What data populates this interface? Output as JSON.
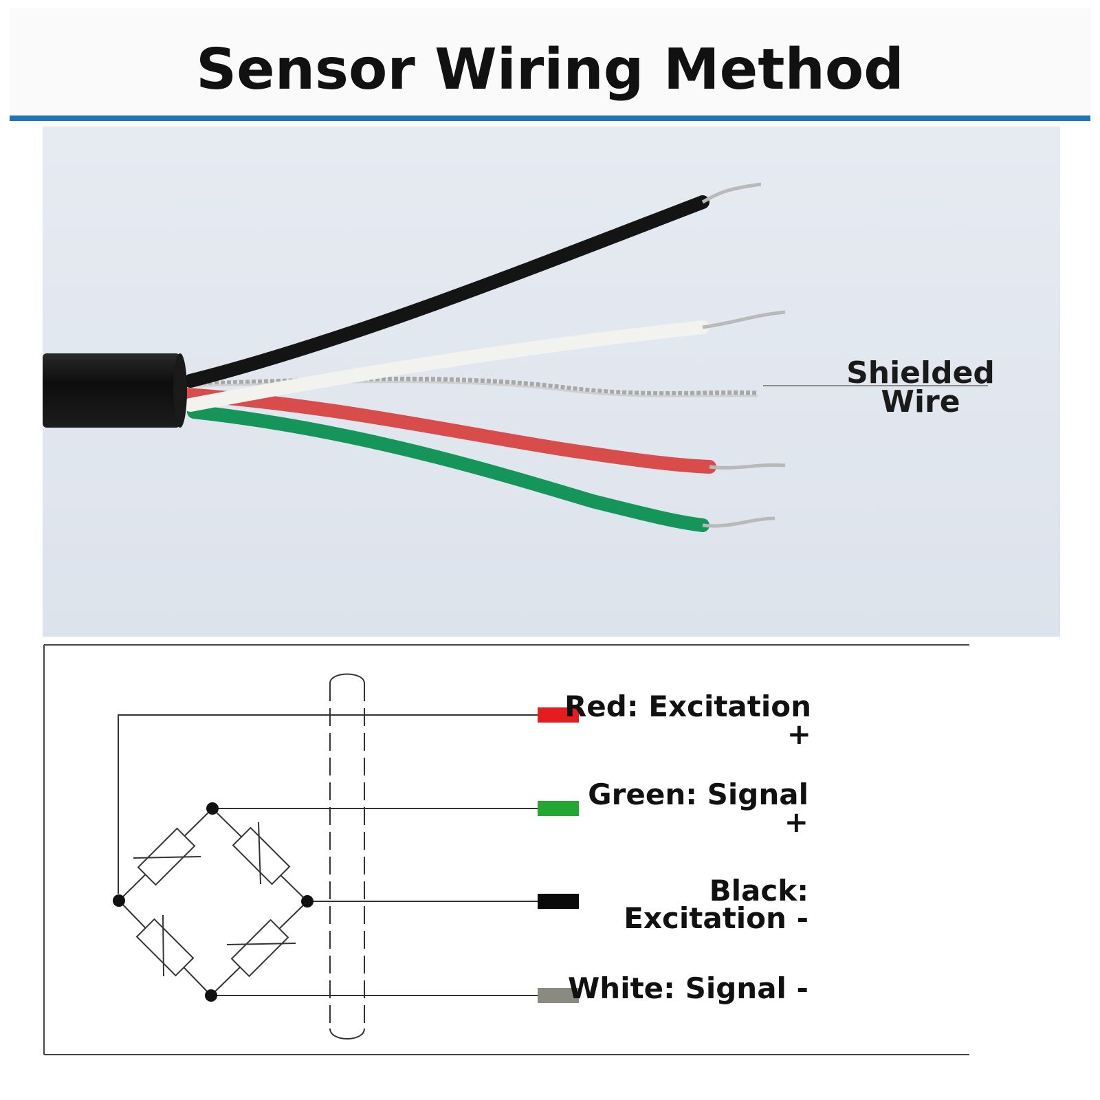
{
  "header": {
    "title": "Sensor Wiring Method",
    "accent_color": "#1f73b7"
  },
  "photo": {
    "callout_label": "Shielded\nWire",
    "wires": [
      {
        "id": "black",
        "color": "#141414"
      },
      {
        "id": "white",
        "color": "#f2f2ee"
      },
      {
        "id": "shield",
        "color": "#a8a8a8"
      },
      {
        "id": "red",
        "color": "#d84c4c"
      },
      {
        "id": "green",
        "color": "#15955a"
      }
    ]
  },
  "schematic": {
    "wires": [
      {
        "id": "red",
        "swatch_color": "#e41e1e",
        "label": "Red: Excitation\n+"
      },
      {
        "id": "green",
        "swatch_color": "#22a830",
        "label": "Green: Signal\n+"
      },
      {
        "id": "black",
        "swatch_color": "#0a0a0a",
        "label": "Black:\nExcitation -"
      },
      {
        "id": "white",
        "swatch_color": "#8a8a80",
        "label": "White: Signal -"
      }
    ]
  }
}
